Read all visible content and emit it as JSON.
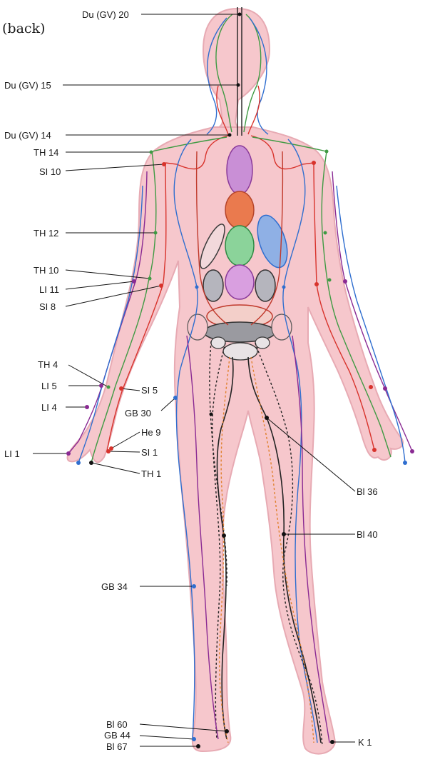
{
  "view_title": "(back)",
  "colors": {
    "body_fill": "#f6c7cc",
    "body_outline": "#e7aab3",
    "governing": "#1f1f1f",
    "small_intestine": "#d8332c",
    "triple_heater": "#3f9a43",
    "large_intestine": "#8a2a93",
    "gall_bladder": "#2f6ecf",
    "bladder": "#222222",
    "kidney": "#e0812e",
    "heart": "#d8332c"
  },
  "points": [
    {
      "id": "du20",
      "label": "Du (GV) 20"
    },
    {
      "id": "du15",
      "label": "Du (GV) 15"
    },
    {
      "id": "du14",
      "label": "Du (GV) 14"
    },
    {
      "id": "th14",
      "label": "TH 14"
    },
    {
      "id": "si10",
      "label": "SI 10"
    },
    {
      "id": "th12",
      "label": "TH 12"
    },
    {
      "id": "th10",
      "label": "TH 10"
    },
    {
      "id": "li11",
      "label": "LI 11"
    },
    {
      "id": "si8",
      "label": "SI 8"
    },
    {
      "id": "th4",
      "label": "TH 4"
    },
    {
      "id": "li5",
      "label": "LI 5"
    },
    {
      "id": "si5",
      "label": "SI 5"
    },
    {
      "id": "li4",
      "label": "LI 4"
    },
    {
      "id": "gb30",
      "label": "GB 30"
    },
    {
      "id": "he9",
      "label": "He 9"
    },
    {
      "id": "si1",
      "label": "SI 1"
    },
    {
      "id": "li1",
      "label": "LI 1"
    },
    {
      "id": "th1",
      "label": "TH 1"
    },
    {
      "id": "bl36",
      "label": "Bl 36"
    },
    {
      "id": "bl40",
      "label": "Bl 40"
    },
    {
      "id": "gb34",
      "label": "GB 34"
    },
    {
      "id": "bl60",
      "label": "Bl 60"
    },
    {
      "id": "gb44",
      "label": "GB 44"
    },
    {
      "id": "bl67",
      "label": "Bl 67"
    },
    {
      "id": "k1",
      "label": "K 1"
    }
  ]
}
